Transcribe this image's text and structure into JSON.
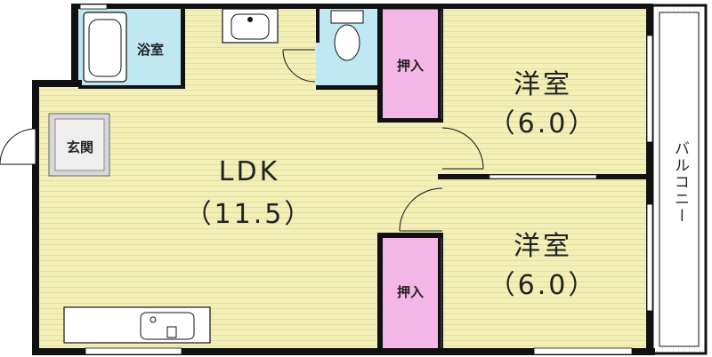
{
  "colors": {
    "floor_wood": "#f2f0b8",
    "closet": "#f4b6e6",
    "wet_area": "#bfe8f2",
    "genkan": "#d8d8d8",
    "wall": "#111111",
    "balcony": "#ffffff"
  },
  "rooms": {
    "ldk": {
      "name": "LDK",
      "size": "（11.5）"
    },
    "western_upper": {
      "name": "洋室",
      "size": "（6.0）"
    },
    "western_lower": {
      "name": "洋室",
      "size": "（6.0）"
    },
    "bath": {
      "name": "浴室"
    },
    "genkan": {
      "name": "玄関"
    },
    "closet_upper": {
      "name": "押入"
    },
    "closet_lower": {
      "name": "押入"
    },
    "balcony": {
      "name": "バルコニー"
    }
  },
  "icons": [
    "bathtub-icon",
    "washbasin-icon",
    "toilet-icon",
    "kitchen-sink-icon",
    "door-swing-icon"
  ]
}
